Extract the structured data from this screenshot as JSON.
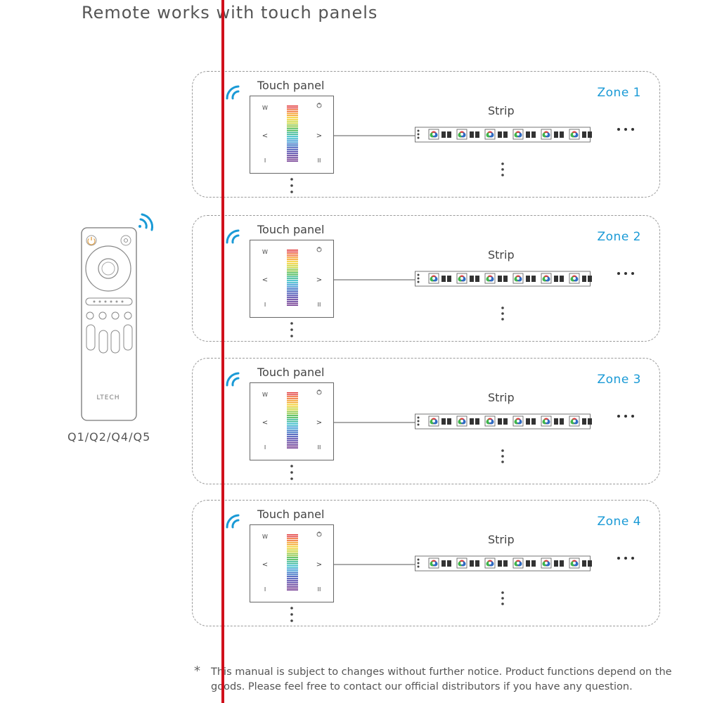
{
  "title": "Remote works with touch panels",
  "remote": {
    "brand": "LTECH",
    "caption": "Q1/Q2/Q4/Q5"
  },
  "zones": [
    {
      "touch_panel_label": "Touch panel",
      "zone_label": "Zone 1",
      "strip_label": "Strip"
    },
    {
      "touch_panel_label": "Touch panel",
      "zone_label": "Zone 2",
      "strip_label": "Strip"
    },
    {
      "touch_panel_label": "Touch panel",
      "zone_label": "Zone 3",
      "strip_label": "Strip"
    },
    {
      "touch_panel_label": "Touch panel",
      "zone_label": "Zone 4",
      "strip_label": "Strip"
    }
  ],
  "panel_keys": {
    "top_left": "W",
    "left_arrow": "<",
    "right_arrow": ">",
    "bottom_left": "I",
    "bottom_right": "II"
  },
  "colors": {
    "accent_blue": "#1a9ad6",
    "red_line": "#d0101b",
    "line_gray": "#555555"
  },
  "footnote": {
    "symbol": "*",
    "text": "This manual is subject to changes without further notice. Product functions depend on the goods. Please feel free to contact our official distributors if you have any question."
  }
}
